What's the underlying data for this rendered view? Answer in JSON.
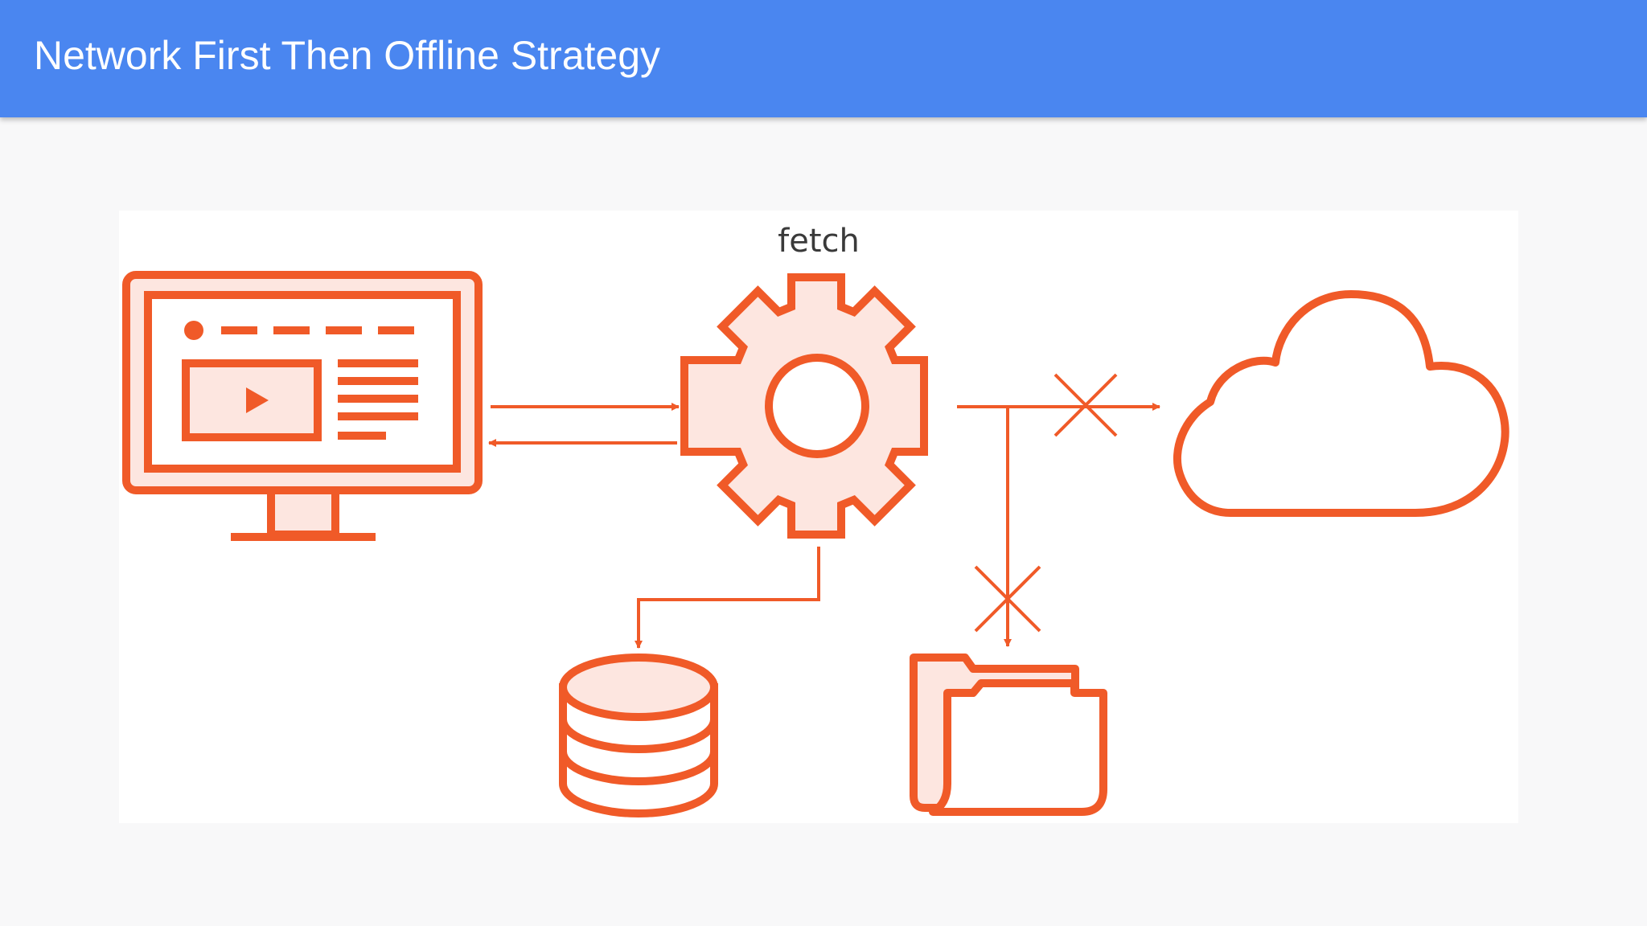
{
  "header": {
    "title": "Network First Then Offline Strategy",
    "background_color": "#4a86f0"
  },
  "diagram": {
    "gear_label": "fetch",
    "accent_color": "#f05a28",
    "fill_color": "#fde6e0",
    "nodes": [
      {
        "name": "monitor-icon",
        "meaning": "browser app"
      },
      {
        "name": "gear-icon",
        "meaning": "service worker fetch"
      },
      {
        "name": "cloud-icon",
        "meaning": "network"
      },
      {
        "name": "database-icon",
        "meaning": "database"
      },
      {
        "name": "folder-icon",
        "meaning": "cache"
      }
    ]
  }
}
